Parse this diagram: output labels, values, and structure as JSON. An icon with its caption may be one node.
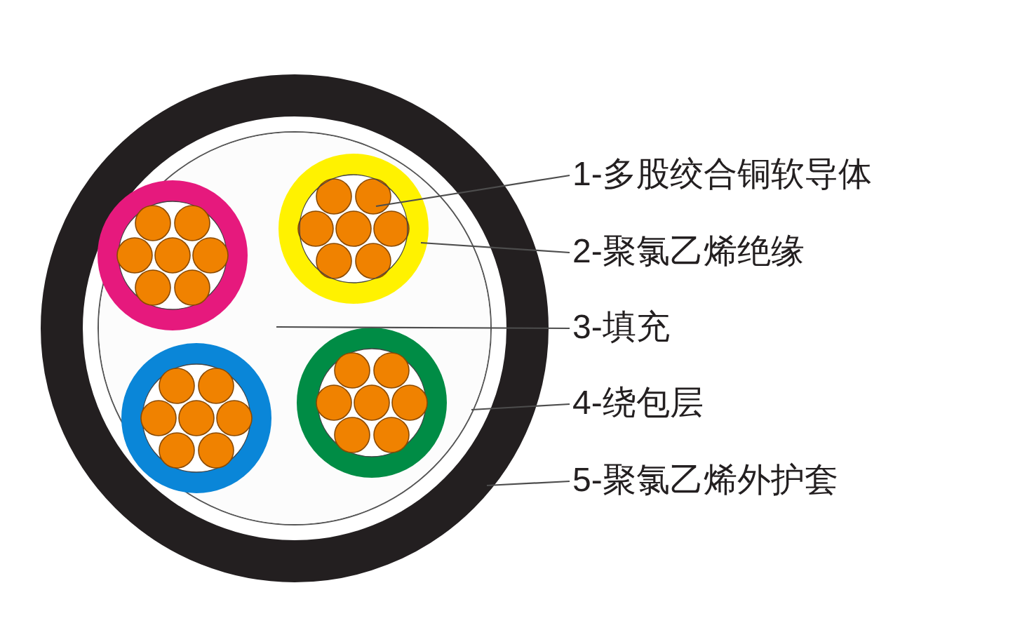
{
  "diagram": {
    "nodes": [
      {
        "text": [
          "1-多股绞合铜软导体"
        ]
      },
      {
        "text": [
          "2-聚氯乙烯绝缘"
        ]
      },
      {
        "text": [
          "3-填充"
        ]
      },
      {
        "text": [
          "4-绕包层"
        ]
      },
      {
        "text": [
          "5-聚氯乙烯外护套"
        ]
      },
      {
        "text": [],
        "shape": "circle",
        "in": 6
      },
      {
        "text": [],
        "shape": "circle",
        "in": 7
      },
      {
        "text": [],
        "shape": "circle",
        "in": 8
      },
      {
        "text": [],
        "shape": "circle",
        "in": 9
      },
      {
        "text": [],
        "shape": "circle"
      }
    ],
    "edges": [
      {
        "from": 0,
        "to": 5,
        "arrow": "none"
      },
      {
        "from": 1,
        "to": 6,
        "arrow": "none"
      },
      {
        "from": 2,
        "to": 7,
        "arrow": "none"
      },
      {
        "from": 3,
        "to": 8,
        "arrow": "none"
      },
      {
        "from": 4,
        "to": 9,
        "arrow": "none"
      }
    ]
  }
}
